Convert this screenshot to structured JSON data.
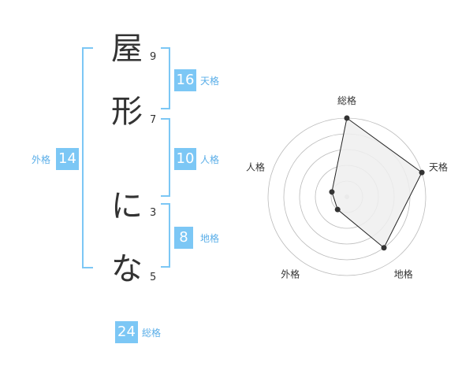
{
  "name": {
    "chars": [
      "屋",
      "形",
      "に",
      "な"
    ],
    "strokes": [
      "9",
      "7",
      "3",
      "5"
    ]
  },
  "kaku": {
    "ten": {
      "value": "16",
      "label": "天格"
    },
    "jin": {
      "value": "10",
      "label": "人格"
    },
    "chi": {
      "value": "8",
      "label": "地格"
    },
    "gai": {
      "value": "14",
      "label": "外格"
    },
    "so": {
      "value": "24",
      "label": "総格"
    }
  },
  "colors": {
    "accent": "#7cc7f5",
    "accent_text": "#5aaee8",
    "radar_fill": "#efefef",
    "radar_line": "#222222",
    "grid": "#bbbbbb"
  },
  "chart_data": {
    "type": "radar",
    "categories": [
      "総格",
      "天格",
      "地格",
      "外格",
      "人格"
    ],
    "values": [
      5,
      5,
      4,
      1,
      1
    ],
    "rlim": [
      0,
      5
    ],
    "grid_rings": 5
  }
}
